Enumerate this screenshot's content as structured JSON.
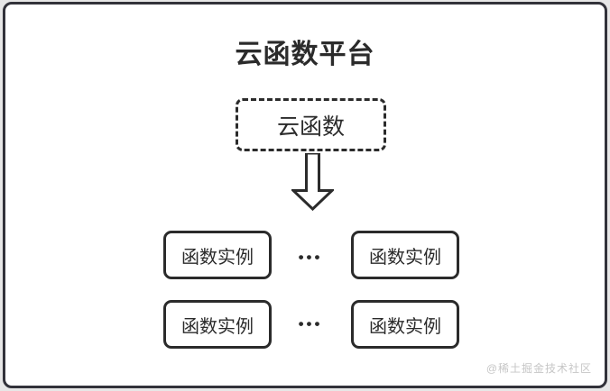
{
  "diagram": {
    "title": "云函数平台",
    "cloud_function_box": {
      "label": "云函数"
    },
    "arrow": {
      "name": "down-arrow",
      "style": "hollow outline"
    },
    "instance_rows": [
      {
        "left": "函数实例",
        "ellipsis": "•••",
        "right": "函数实例"
      },
      {
        "left": "函数实例",
        "ellipsis": "•••",
        "right": "函数实例"
      }
    ],
    "watermark": "@稀土掘金技术社区"
  },
  "colors": {
    "frame_border": "#32323a",
    "box_border": "#2b2b2b",
    "text": "#2b2b2b",
    "background_outer": "#e7e7e7",
    "background_inner": "#ffffff",
    "watermark": "#c6c6c6"
  }
}
